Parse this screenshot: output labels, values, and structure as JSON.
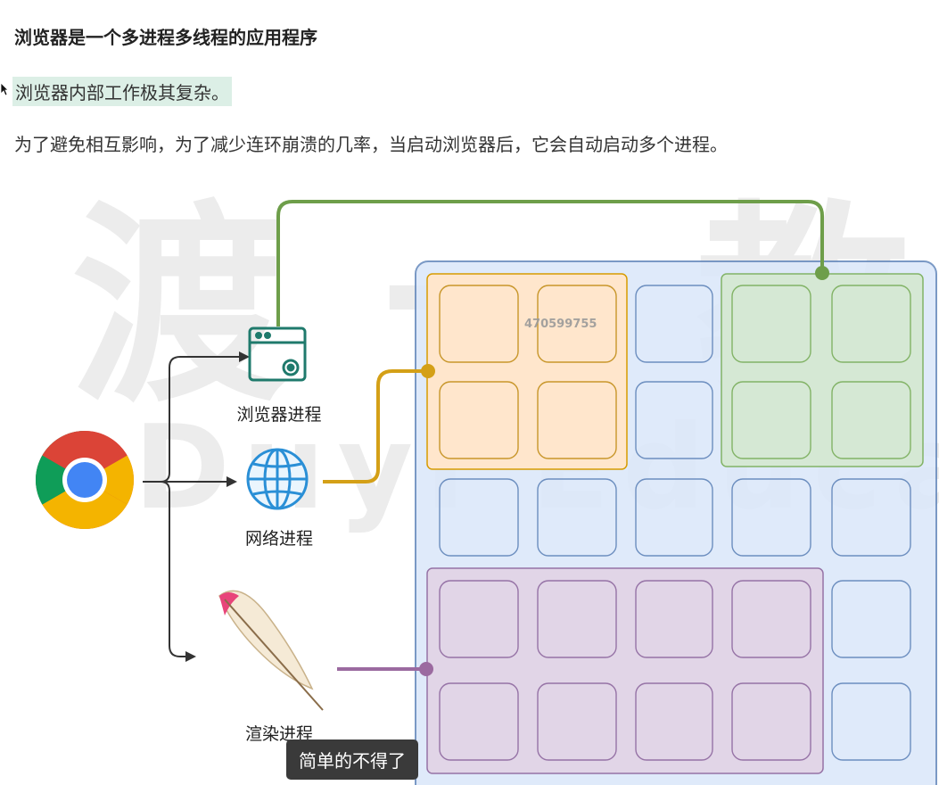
{
  "page": {
    "heading": "浏览器是一个多进程多线程的应用程序",
    "highlight": "浏览器内部工作极其复杂。",
    "paragraph": "为了避免相互影响，为了减少连环崩溃的几率，当启动浏览器后，它会自动启动多个进程。"
  },
  "watermark": {
    "chinese": "渡一教育",
    "english": "Duyi Education",
    "code": "470599755"
  },
  "diagram": {
    "processes": [
      {
        "label": "浏览器进程",
        "icon": "browser-window-gear-icon",
        "color": "#6e9e4a"
      },
      {
        "label": "网络进程",
        "icon": "globe-icon",
        "color": "#d4a017"
      },
      {
        "label": "渲染进程",
        "icon": "feather-icon",
        "color": "#9b6aa0"
      }
    ],
    "colors": {
      "blue_fill": "#dce8fa",
      "blue_stroke": "#6c8ebf",
      "orange_fill": "#ffe6cc",
      "orange_stroke": "#d79b00",
      "green_fill": "#d5e8d4",
      "green_stroke": "#82b366",
      "purple_fill": "#e1d5e7",
      "purple_stroke": "#9673a6"
    }
  },
  "subtitle": "简单的不得了"
}
